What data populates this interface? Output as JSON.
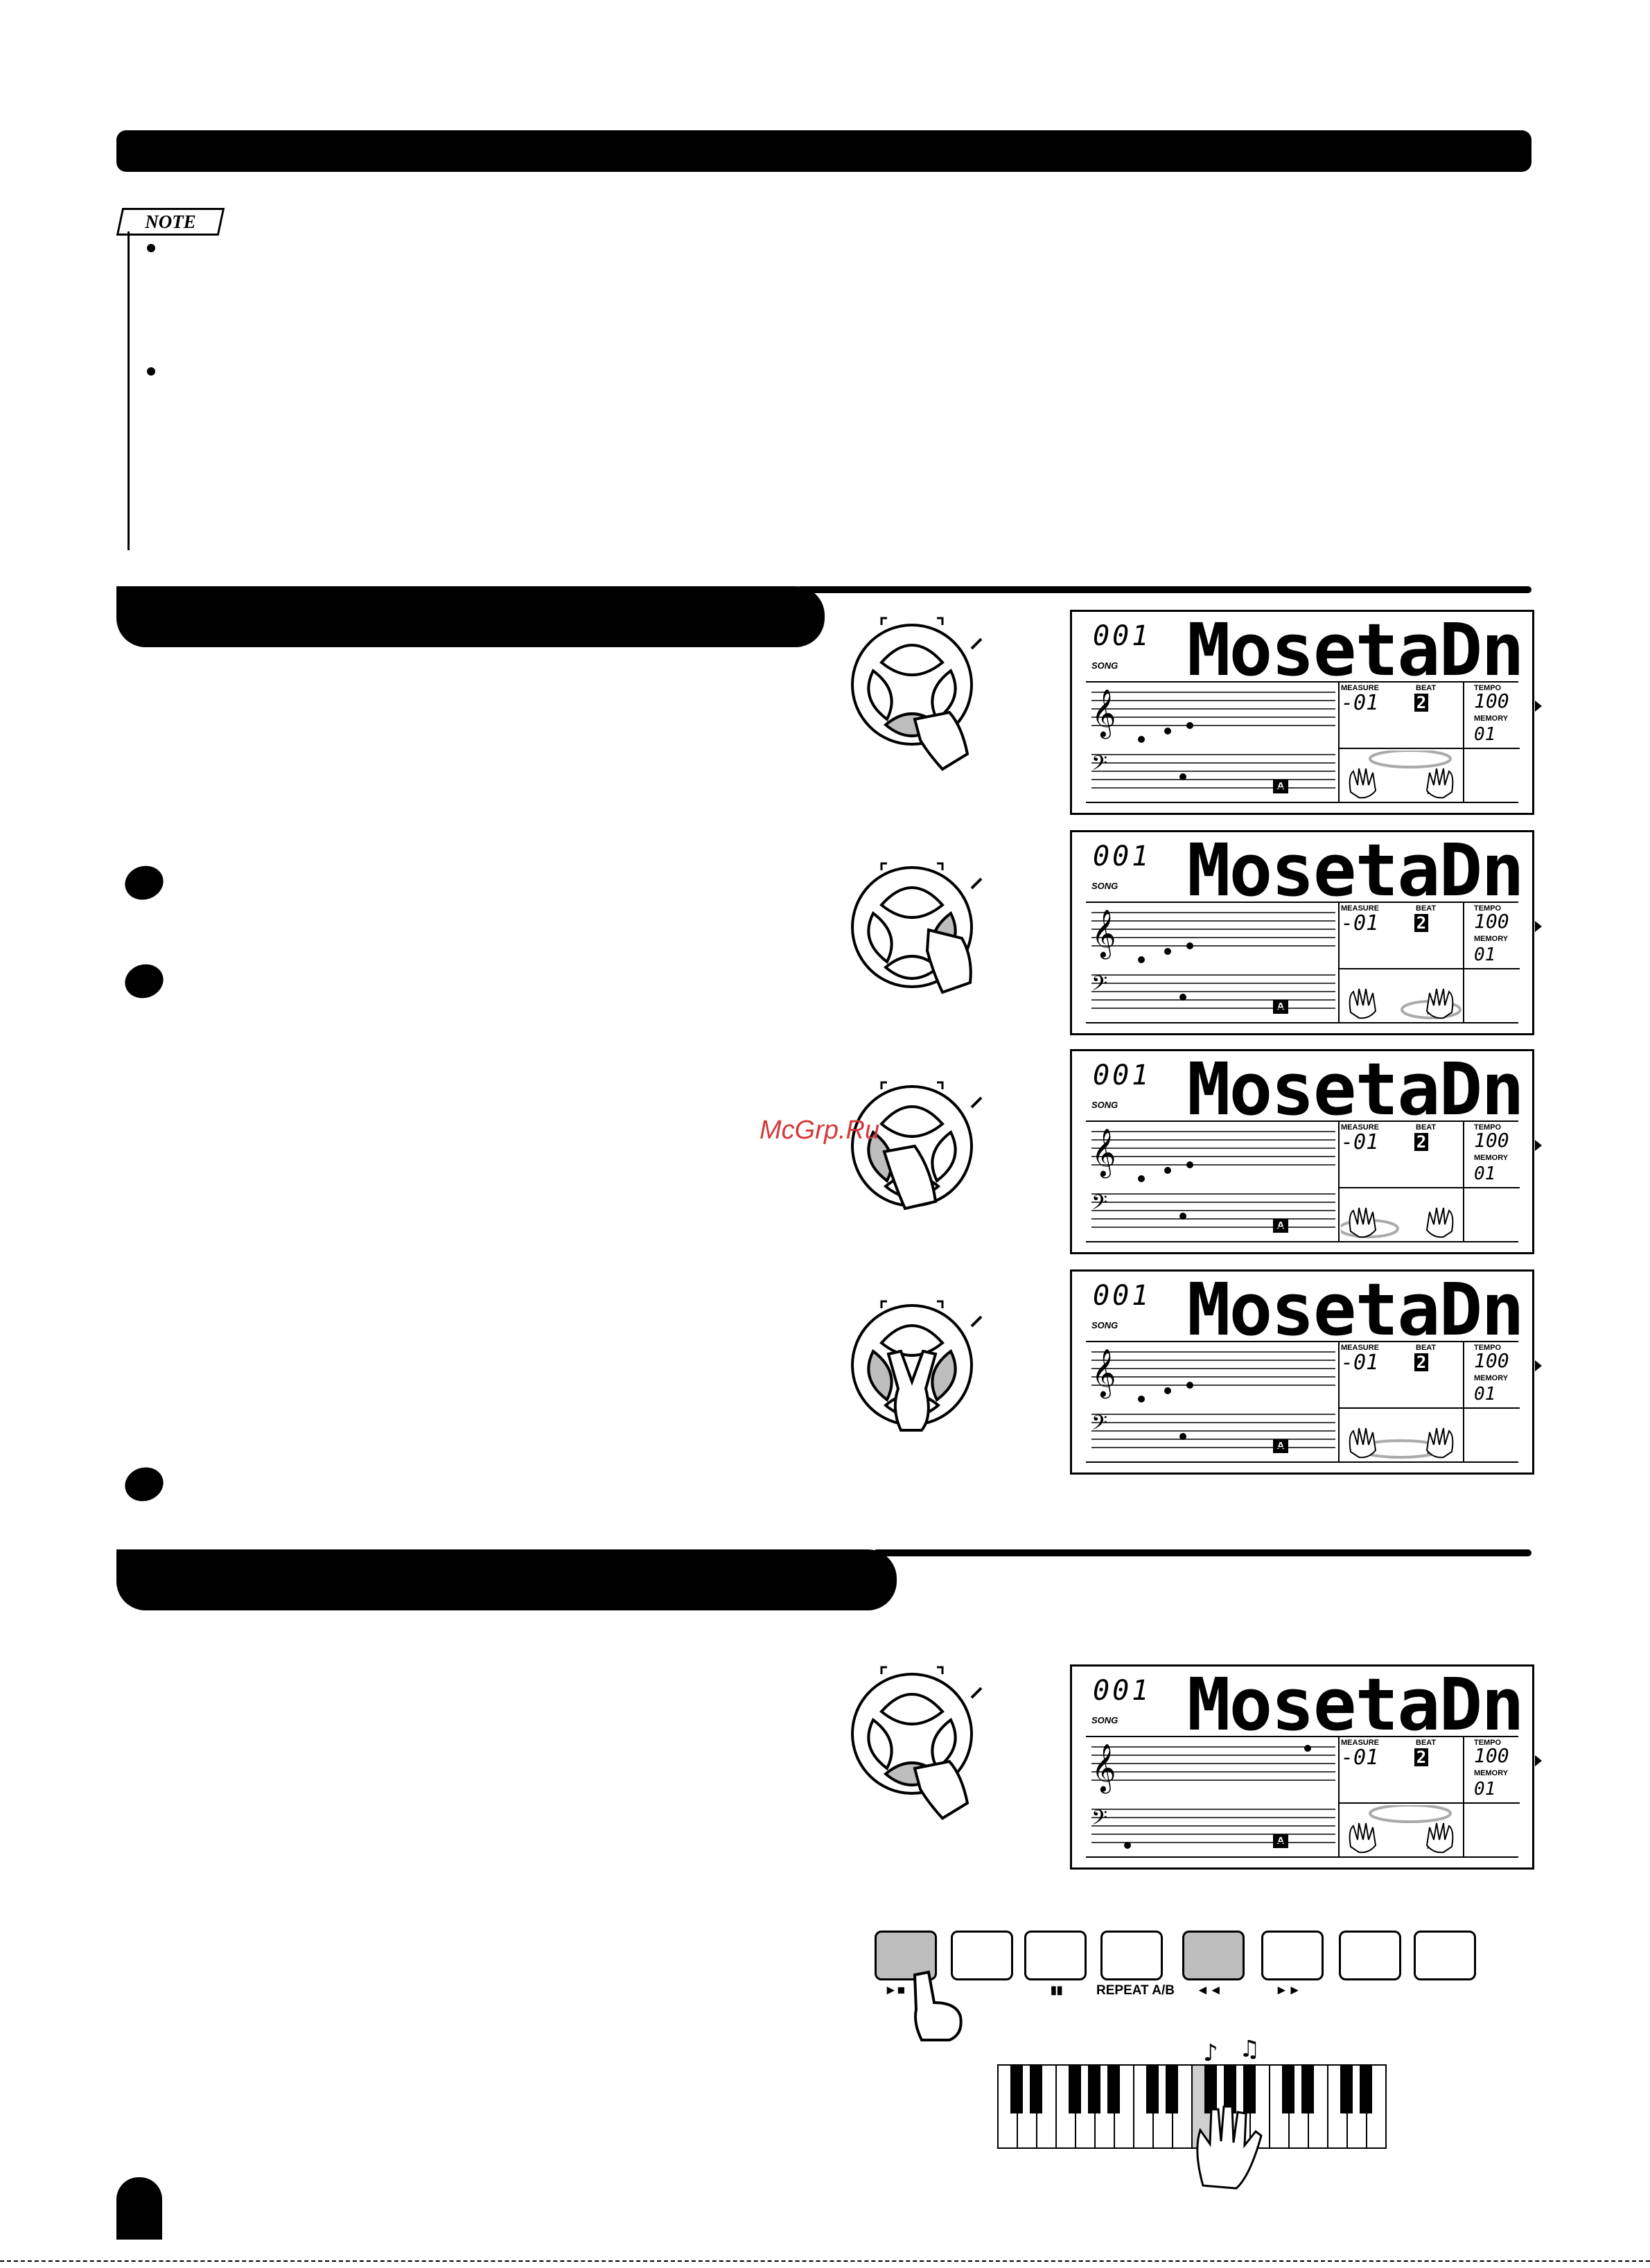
{
  "note": {
    "tag": "NOTE"
  },
  "watermark": "McGrp.Ru",
  "lcd": {
    "song_number": "001",
    "song_label": "SONG",
    "song_name": "MosetaDn",
    "measure_label": "MEASURE",
    "measure_value": "-01",
    "beat_label": "BEAT",
    "beat_value": "2",
    "tempo_label": "TEMPO",
    "tempo_value": "100",
    "memory_label": "MEMORY",
    "memory_value": "01",
    "part_marker": "A",
    "left_hand": "L",
    "right_hand": "R"
  },
  "playback_panel": {
    "labels": [
      "►■",
      "▮▮",
      "REPEAT A/B",
      "◄◄",
      "►►"
    ]
  }
}
